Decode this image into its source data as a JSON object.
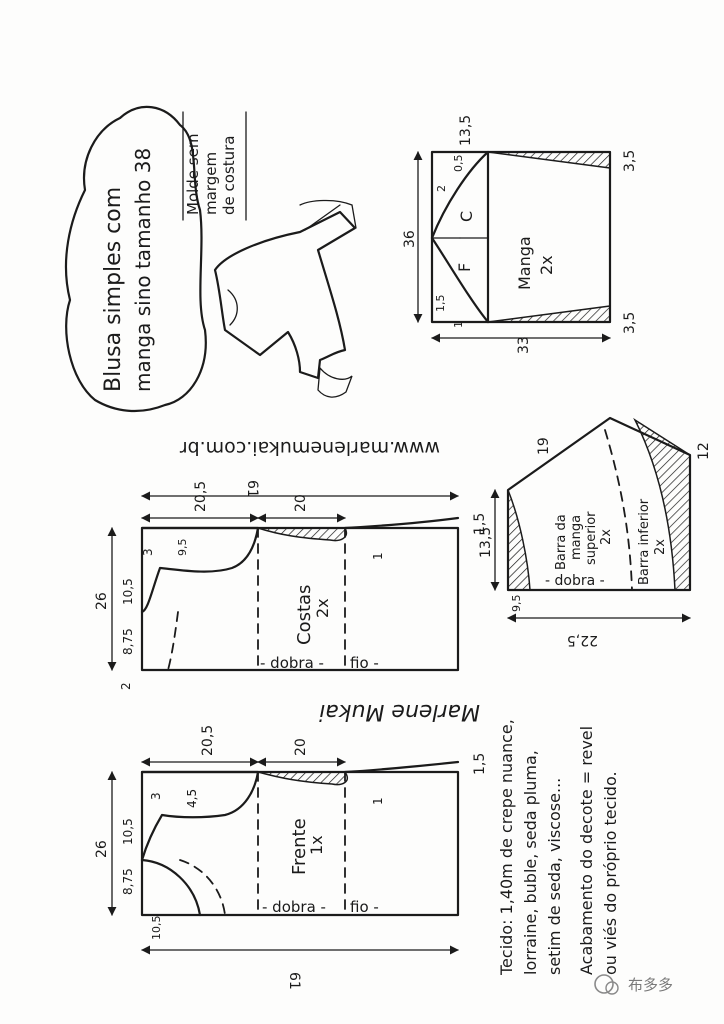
{
  "title": {
    "line1": "Blusa simples com",
    "line2": "manga sino tamanho 38"
  },
  "note": {
    "line1": "Molde sem",
    "line2": "margem",
    "line3": "de costura"
  },
  "website": "www.marlenemukai.com.br",
  "signature": "Marlene Mukai",
  "sleeve": {
    "label": "Manga",
    "count": "2x",
    "front_mark": "F",
    "center_mark": "C",
    "dim_height": "36",
    "dim_width": "33",
    "dim_cap_top": "13,5",
    "dim_0_5": "0,5",
    "dim_2": "2",
    "dim_1_5": "1,5",
    "dim_1": "1",
    "dim_3_5_top": "3,5",
    "dim_3_5_bottom": "3,5"
  },
  "bell": {
    "upper_label_1": "Barra da",
    "upper_label_2": "manga",
    "upper_label_3": "superior",
    "upper_count": "2x",
    "lower_label_1": "Barra inferior",
    "lower_count": "2x",
    "fold": "- dobra -",
    "dim_19": "19",
    "dim_12": "12",
    "dim_13_5": "13,5",
    "dim_22_5": "22,5",
    "dim_9_5": "9,5"
  },
  "back": {
    "label": "Costas",
    "count": "2x",
    "fold": "- dobra -",
    "grain": "fio -",
    "dim_width": "61",
    "dim_20_5": "20,5",
    "dim_20": "20",
    "dim_1_5": "1,5",
    "dim_1": "1",
    "dim_9_5": "9,5",
    "dim_height": "26",
    "dim_10_5": "10,5",
    "dim_8_75": "8,75",
    "dim_3": "3",
    "dim_2": "2"
  },
  "front": {
    "label": "Frente",
    "count": "1x",
    "fold": "- dobra -",
    "grain": "fio -",
    "dim_width": "61",
    "dim_20_5": "20,5",
    "dim_20": "20",
    "dim_1_5_right": "1,5",
    "dim_1": "1",
    "dim_4_5": "4,5",
    "dim_3": "3",
    "dim_height": "26",
    "dim_10_5": "10,5",
    "dim_8_75": "8,75",
    "dim_10_5_bottom": "10,5"
  },
  "fabric": {
    "line1": "Tecido: 1,40m de crepe nuance,",
    "line2": "lorraine, buble, seda pluma,",
    "line3": "setim de seda, viscose...",
    "line4": "Acabamento do decote = revel",
    "line5": "ou viés do próprio tecido."
  },
  "watermark": "布多多"
}
